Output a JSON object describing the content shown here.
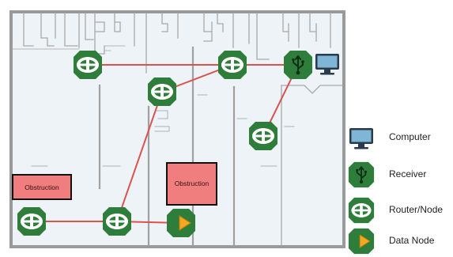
{
  "colors": {
    "node_green": "#2e7d3a",
    "node_green_dark": "#1f5a28",
    "link_red": "#d9534f",
    "obstruction_fill": "#f07e7e",
    "floor_fill": "#eef3f8",
    "wall": "#9a9a9a",
    "data_triangle": "#f5a623",
    "computer_screen": "#7fb6d6"
  },
  "obstructions": [
    {
      "label": "Obstruction"
    },
    {
      "label": "Obstruction"
    }
  ],
  "nodes": [
    {
      "id": "router-1",
      "type": "router"
    },
    {
      "id": "router-2",
      "type": "router"
    },
    {
      "id": "router-3",
      "type": "router"
    },
    {
      "id": "router-4",
      "type": "router"
    },
    {
      "id": "router-5",
      "type": "router"
    },
    {
      "id": "router-6",
      "type": "router"
    },
    {
      "id": "receiver",
      "type": "receiver"
    },
    {
      "id": "computer",
      "type": "computer"
    },
    {
      "id": "data-node",
      "type": "data"
    }
  ],
  "links": [
    [
      "router-1",
      "router-3"
    ],
    [
      "router-2",
      "router-3"
    ],
    [
      "router-3",
      "receiver"
    ],
    [
      "receiver",
      "router-4"
    ],
    [
      "router-2",
      "router-6"
    ],
    [
      "router-5",
      "router-6"
    ],
    [
      "router-6",
      "data-node"
    ]
  ],
  "legend": [
    {
      "icon": "computer-icon",
      "label": "Computer"
    },
    {
      "icon": "receiver-icon",
      "label": "Receiver"
    },
    {
      "icon": "router-icon",
      "label": "Router/Node"
    },
    {
      "icon": "data-node-icon",
      "label": "Data Node"
    }
  ]
}
